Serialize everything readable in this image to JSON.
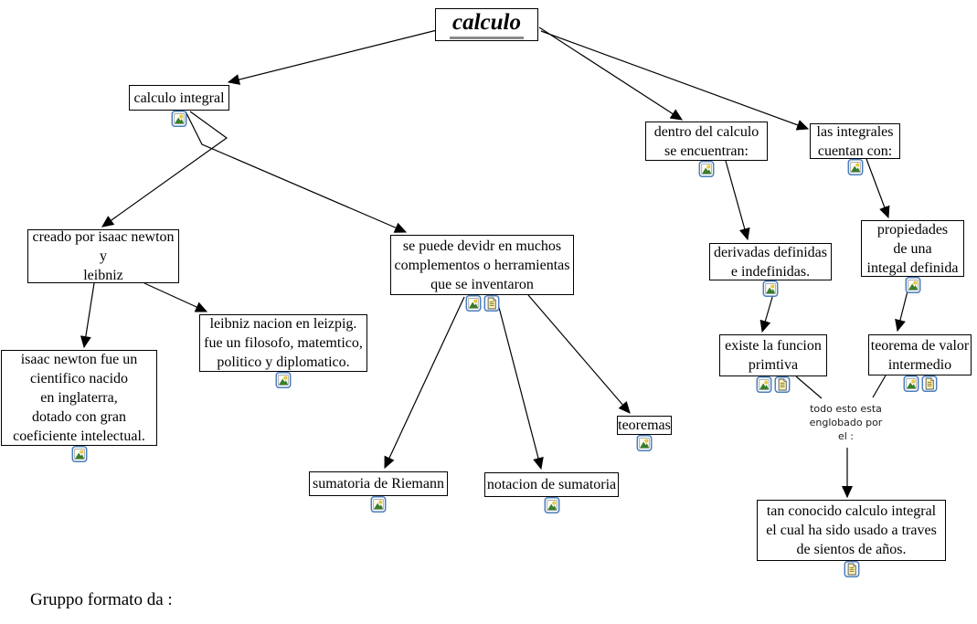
{
  "title": {
    "label": "calculo"
  },
  "concepts": {
    "calculo_integral": {
      "label": "calculo integral"
    },
    "creado_por": {
      "label": "creado por isaac newton\ny\nleibniz"
    },
    "isaac_newton": {
      "label": "isaac newton fue un\ncientifico nacido\nen inglaterra,\ndotado con gran\ncoeficiente intelectual."
    },
    "leibniz": {
      "label": "leibniz nacion en leizpig.\nfue un filosofo, matemtico,\npolitico y diplomatico."
    },
    "se_puede": {
      "label": "se puede devidr en muchos\ncomplementos o herramientas\nque se inventaron"
    },
    "sumatoria_riemann": {
      "label": "sumatoria de Riemann"
    },
    "notacion_sumatoria": {
      "label": "notacion de sumatoria"
    },
    "teoremas": {
      "label": "teoremas"
    },
    "dentro_calculo": {
      "label": "dentro del calculo\nse encuentran:"
    },
    "las_integrales": {
      "label": "las integrales\ncuentan con:"
    },
    "derivadas": {
      "label": "derivadas definidas\ne indefinidas."
    },
    "propiedades": {
      "label": "propiedades\nde una\nintegal definida"
    },
    "existe_funcion": {
      "label": "existe la funcion\nprimtiva"
    },
    "teorema_valor": {
      "label": "teorema de valor\nintermedio"
    },
    "tan_conocido": {
      "label": "tan conocido calculo integral\nel cual ha sido usado a traves\nde sientos de años."
    }
  },
  "linking_phrases": {
    "todo_esto": {
      "label": "todo esto esta\nenglobado por\nel :"
    }
  },
  "footer": {
    "label": "Gruppo formato da :"
  },
  "icons": {
    "image": "image-resource-icon",
    "doc": "document-resource-icon"
  },
  "colors": {
    "background": "#ffffff",
    "box_border": "#000000",
    "text": "#000000",
    "icon_border": "#4a7ebb",
    "title_underline": "#8a8a8a"
  }
}
